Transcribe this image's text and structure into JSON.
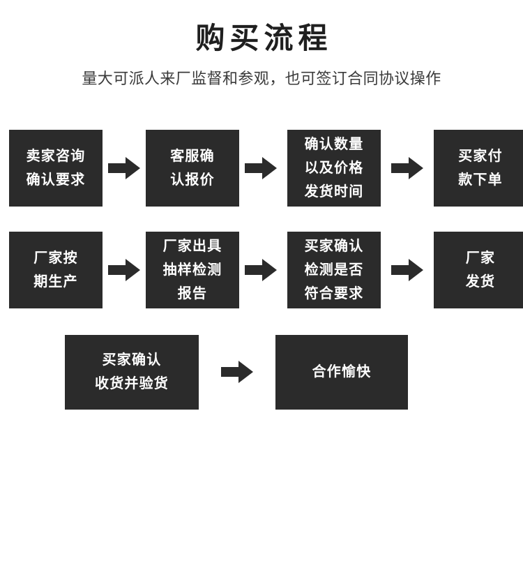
{
  "header": {
    "title": "购买流程",
    "subtitle": "量大可派人来厂监督和参观，也可签订合同协议操作"
  },
  "colors": {
    "box_fill": "#2b2b2b",
    "box_text": "#ffffff",
    "arrow": "#2b2b2b",
    "page_background": "#ffffff",
    "title_text": "#1f1f1f",
    "subtitle_text": "#3a3a3a"
  },
  "flow": {
    "arrow_label": "右箭头",
    "rows": [
      {
        "steps": [
          {
            "lines": [
              "卖家咨询",
              "确认要求"
            ]
          },
          {
            "lines": [
              "客服确",
              "认报价"
            ]
          },
          {
            "lines": [
              "确认数量",
              "以及价格",
              "发货时间"
            ]
          },
          {
            "lines": [
              "买家付",
              "款下单"
            ]
          }
        ]
      },
      {
        "steps": [
          {
            "lines": [
              "厂家按",
              "期生产"
            ]
          },
          {
            "lines": [
              "厂家出具",
              "抽样检测",
              "报告"
            ]
          },
          {
            "lines": [
              "买家确认",
              "检测是否",
              "符合要求"
            ]
          },
          {
            "lines": [
              "厂家",
              "发货"
            ]
          }
        ]
      },
      {
        "steps": [
          {
            "lines": [
              "买家确认",
              "收货并验货"
            ]
          },
          {
            "lines": [
              "合作愉快"
            ]
          }
        ]
      }
    ]
  }
}
